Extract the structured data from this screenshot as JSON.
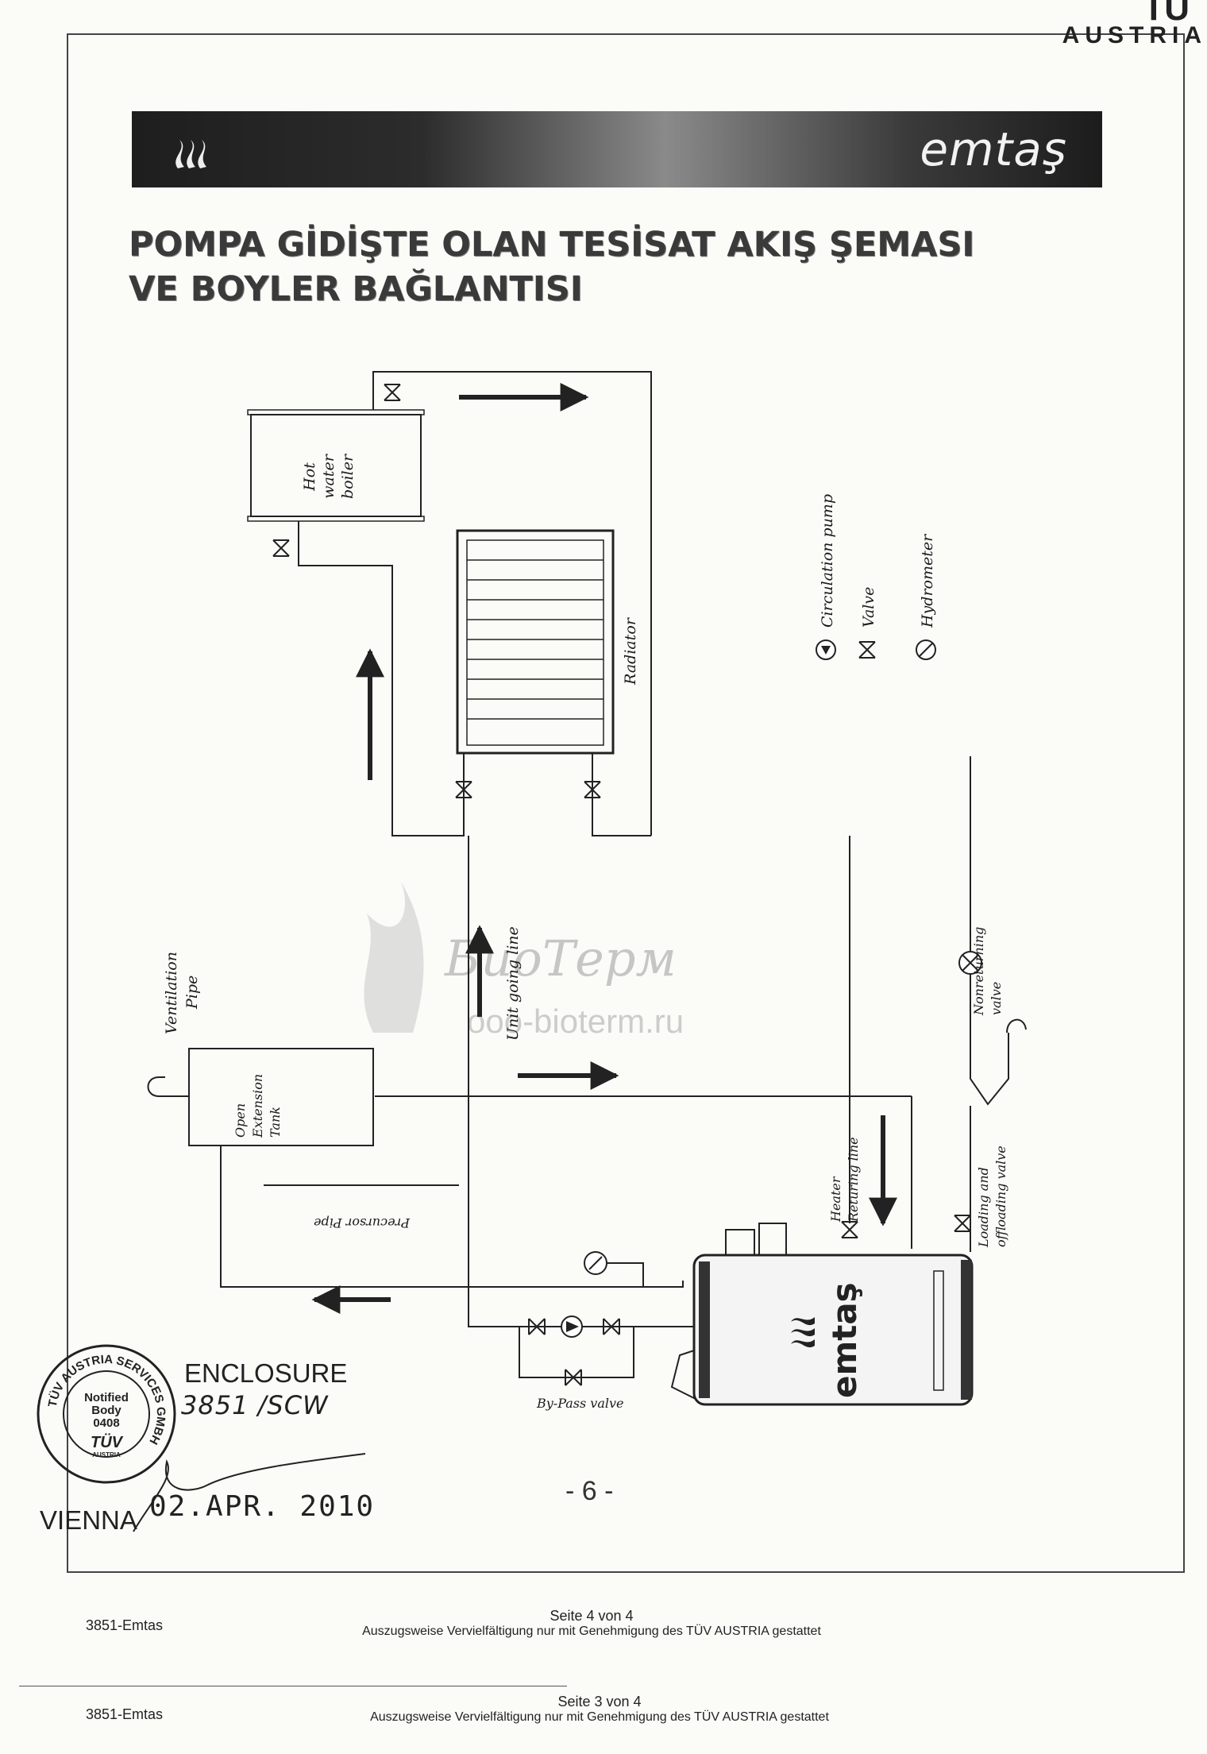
{
  "corner": {
    "brand": "AUSTRIA"
  },
  "banner": {
    "logo": "emtaş"
  },
  "title": {
    "line1": "POMPA GİDİŞTE OLAN TESİSAT AKIŞ ŞEMASI",
    "line2": "VE BOYLER BAĞLANTISI"
  },
  "diagram": {
    "boiler_label": [
      "Hot",
      "water",
      "boiler"
    ],
    "radiator_label": "Radiator",
    "legend": {
      "pump": "Circulation pump",
      "valve": "Valve",
      "hydrometer": "Hydrometer"
    },
    "going_line": "Unit going line",
    "returning_line": [
      "Heater",
      "Returing line"
    ],
    "nonreturning_valve": [
      "Nonreturning",
      "valve"
    ],
    "loading_valve": [
      "Loading and",
      "offloading valve"
    ],
    "tank_label": [
      "Open",
      "Extension",
      "Tank"
    ],
    "ventilation_label": [
      "Ventilation",
      "Pipe"
    ],
    "precursor_pipe": "Precursor Pipe",
    "bypass_valve": "By-Pass valve",
    "unit_logo": "emtaş"
  },
  "watermark": {
    "text": "БиоТерм",
    "url": "ooo-bioterm.ru"
  },
  "stamp": {
    "ring_text": "TÜV AUSTRIA SERVICES GMBH",
    "center": [
      "Notified",
      "Body",
      "0408"
    ],
    "logo": "TÜV",
    "logo_sub": "AUSTRIA",
    "enclosure": "ENCLOSURE",
    "enclosure_code": "3851 /SCW",
    "city": "VIENNA",
    "date": "02.APR. 2010"
  },
  "page_number": "- 6 -",
  "footers": [
    {
      "left": "3851-Emtas",
      "page": "Seite 4 von 4",
      "note": "Auszugsweise Vervielfältigung nur mit Genehmigung des TÜV AUSTRIA gestattet"
    },
    {
      "left": "3851-Emtas",
      "page": "Seite 3 von 4",
      "note": "Auszugsweise Vervielfältigung nur mit Genehmigung des TÜV AUSTRIA gestattet"
    }
  ]
}
